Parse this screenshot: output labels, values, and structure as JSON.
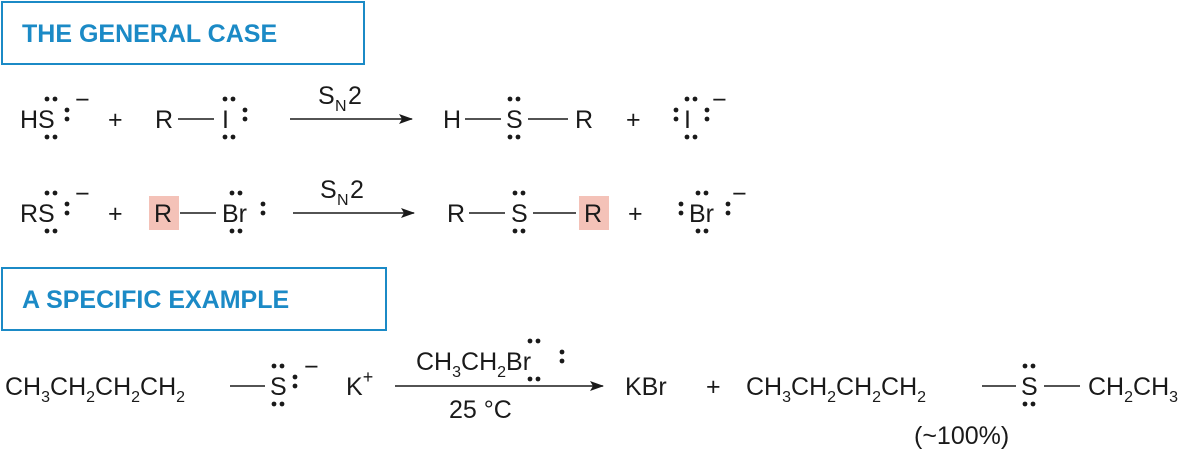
{
  "headings": {
    "general": "THE GENERAL CASE",
    "specific": "A SPECIFIC EXAMPLE"
  },
  "reaction1": {
    "nucleophile": "HS",
    "charge": "−",
    "plus1": "+",
    "substrate_r": "R",
    "substrate_x": "I",
    "arrow_label_s": "S",
    "arrow_label_sub": "N",
    "arrow_label_2": "2",
    "product_h": "H",
    "product_s": "S",
    "product_r": "R",
    "plus2": "+",
    "leaving_group": "I",
    "lg_charge": "−"
  },
  "reaction2": {
    "nucleophile": "RS",
    "charge": "−",
    "plus1": "+",
    "substrate_r": "R",
    "substrate_x": "Br",
    "arrow_label_s": "S",
    "arrow_label_sub": "N",
    "arrow_label_2": "2",
    "product_r1": "R",
    "product_s": "S",
    "product_r2": "R",
    "plus2": "+",
    "leaving_group": "Br",
    "lg_charge": "−"
  },
  "example": {
    "thiolate_chain": [
      "CH",
      "3",
      "CH",
      "2",
      "CH",
      "2",
      "CH",
      "2"
    ],
    "thiolate_s": "S",
    "thiolate_charge": "−",
    "cation": "K",
    "cation_charge": "+",
    "reagent": [
      "CH",
      "3",
      "CH",
      "2",
      "Br"
    ],
    "condition": "25 °C",
    "byproduct": "KBr",
    "plus": "+",
    "product_chain": [
      "CH",
      "3",
      "CH",
      "2",
      "CH",
      "2",
      "CH",
      "2"
    ],
    "product_s": "S",
    "product_tail": [
      "CH",
      "2",
      "CH",
      "3"
    ],
    "yield": "(~100%)"
  },
  "colors": {
    "heading": "#1b8ac6",
    "highlight": "#f4c2b8",
    "ink": "#1a1a1a"
  }
}
